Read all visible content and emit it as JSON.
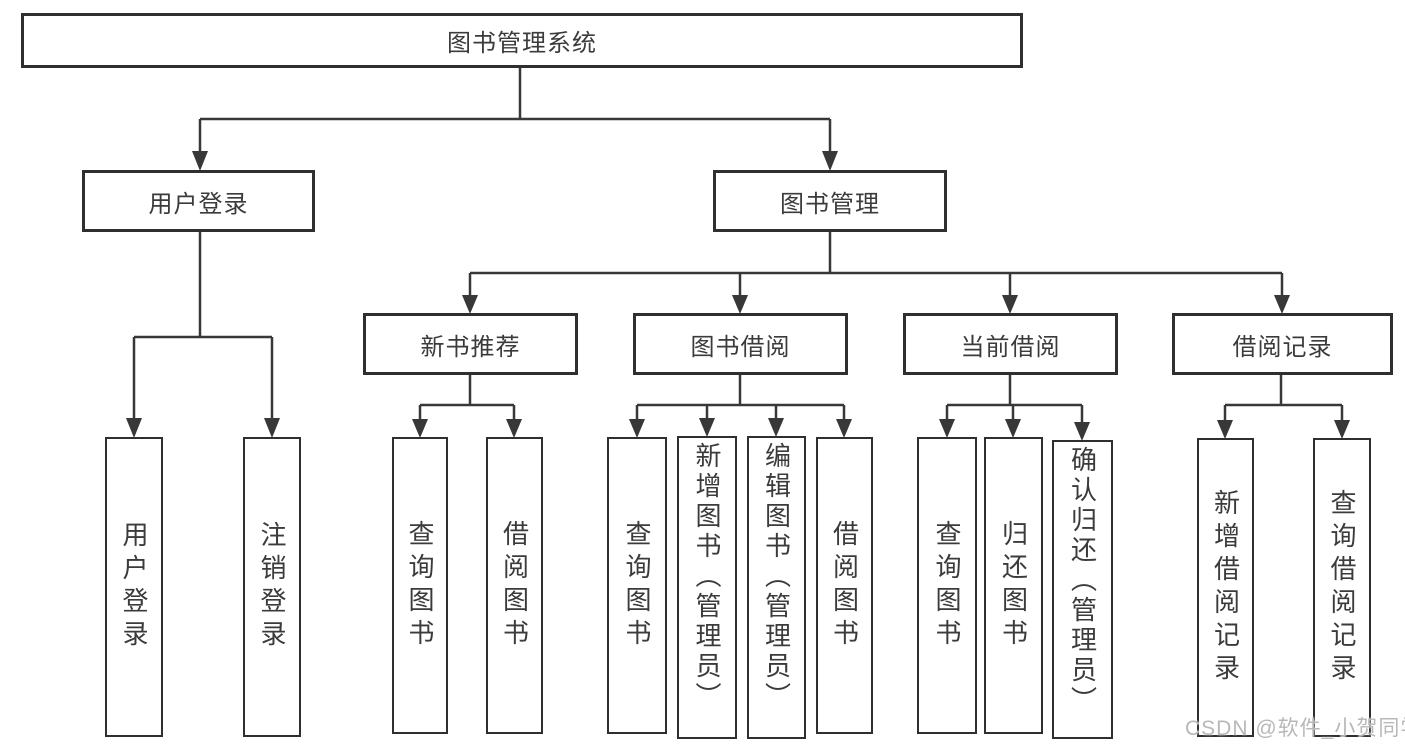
{
  "diagram_title": "图书管理系统",
  "colors": {
    "line": "#383838",
    "box_border": "#2f2f2f",
    "text": "#3b3b3b",
    "background": "#ffffff",
    "watermark": "#b8b8b8"
  },
  "tree": {
    "root": {
      "label": "图书管理系统"
    },
    "branches": [
      {
        "label": "用户登录",
        "children": [
          "用户登录",
          "注销登录"
        ]
      },
      {
        "label": "图书管理",
        "groups": [
          {
            "label": "新书推荐",
            "children": [
              "查询图书",
              "借阅图书"
            ]
          },
          {
            "label": "图书借阅",
            "children": [
              "查询图书",
              "新增图书（管理员）",
              "编辑图书（管理员）",
              "借阅图书"
            ]
          },
          {
            "label": "当前借阅",
            "children": [
              "查询图书",
              "归还图书",
              "确认归还（管理员）"
            ]
          },
          {
            "label": "借阅记录",
            "children": [
              "新增借阅记录",
              "查询借阅记录"
            ]
          }
        ]
      }
    ]
  },
  "watermark": {
    "text": "CSDN @软件_小贺同学"
  }
}
